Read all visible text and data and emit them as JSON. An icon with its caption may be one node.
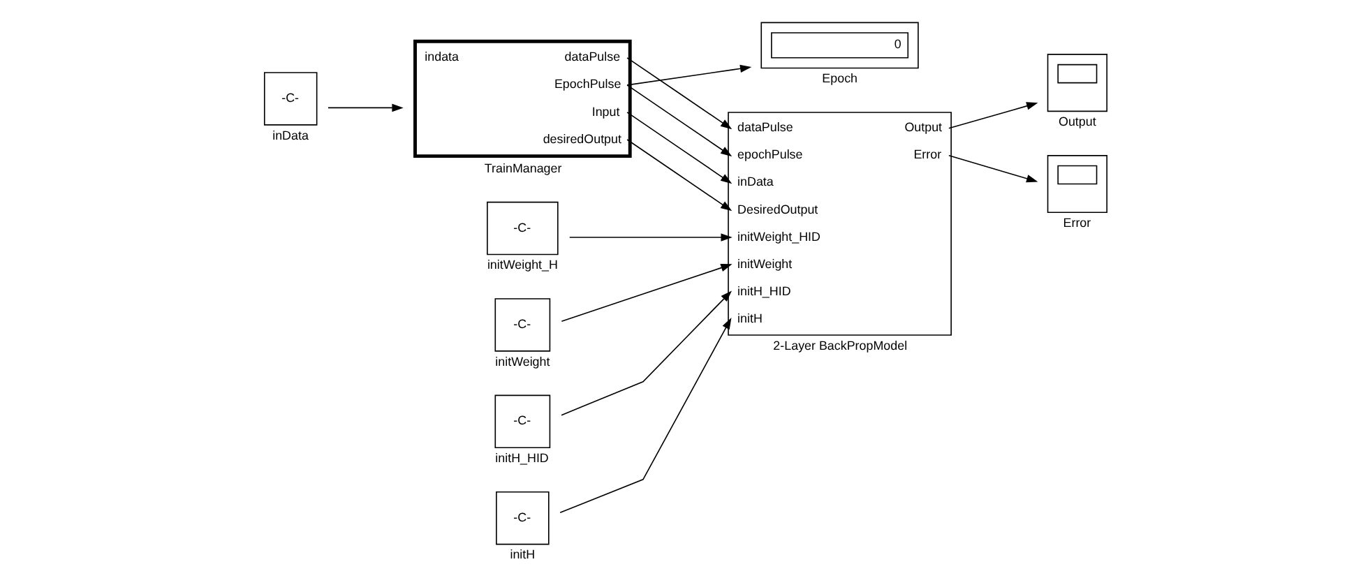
{
  "diagram": {
    "nodes": [
      {
        "text": [
          "-C-"
        ],
        "beside": [
          "inData"
        ]
      },
      {
        "text": [
          "indata",
          "dataPulse",
          "EpochPulse",
          "Input",
          "desiredOutput"
        ],
        "beside": [
          "TrainManager"
        ]
      },
      {
        "text": [
          "-C-"
        ],
        "beside": [
          "initWeight_H"
        ]
      },
      {
        "text": [
          "-C-"
        ],
        "beside": [
          "initWeight"
        ]
      },
      {
        "text": [
          "-C-"
        ],
        "beside": [
          "initH_HID"
        ]
      },
      {
        "text": [
          "-C-"
        ],
        "beside": [
          "initH"
        ]
      },
      {
        "text": [
          "dataPulse",
          "epochPulse",
          "inData",
          "DesiredOutput",
          "initWeight_HID",
          "initWeight",
          "initH_HID",
          "initH",
          "Output",
          "Error"
        ],
        "beside": [
          "2-Layer BackPropModel"
        ]
      },
      {
        "text": [],
        "shape": "box",
        "beside": [
          "Output"
        ]
      },
      {
        "text": [],
        "shape": "box",
        "beside": [
          "Error"
        ]
      },
      {
        "text": [
          "0"
        ],
        "beside": [
          "Epoch"
        ]
      }
    ],
    "edges": [
      {
        "from": 0,
        "to": 1,
        "arrow": "to"
      },
      {
        "from": 1,
        "to": 6,
        "arrow": "to"
      },
      {
        "from": 1,
        "to": 6,
        "arrow": "to"
      },
      {
        "from": 1,
        "to": 6,
        "arrow": "to"
      },
      {
        "from": 1,
        "to": 6,
        "arrow": "to"
      },
      {
        "from": 2,
        "to": 6,
        "arrow": "to"
      },
      {
        "from": 3,
        "to": 6,
        "arrow": "to"
      },
      {
        "from": 4,
        "to": 6,
        "arrow": "to"
      },
      {
        "from": 5,
        "to": 6,
        "arrow": "to"
      },
      {
        "from": 6,
        "to": 7,
        "arrow": "to"
      },
      {
        "from": 6,
        "to": 8,
        "arrow": "to"
      },
      {
        "from": 1,
        "to": 9,
        "arrow": "to"
      }
    ]
  }
}
